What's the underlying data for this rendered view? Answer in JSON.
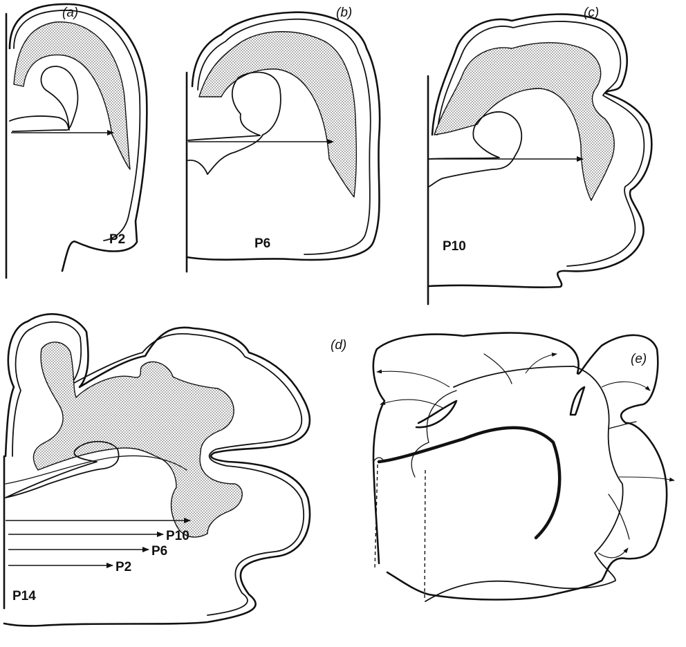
{
  "panels": {
    "a": {
      "label": "(a)",
      "age": "P2"
    },
    "b": {
      "label": "(b)",
      "age": "P6"
    },
    "c": {
      "label": "(c)",
      "age": "P10"
    },
    "d": {
      "label": "(d)",
      "age": "P14",
      "arrow_labels": [
        "P10",
        "P6",
        "P2"
      ]
    },
    "e": {
      "label": "(e)"
    }
  }
}
